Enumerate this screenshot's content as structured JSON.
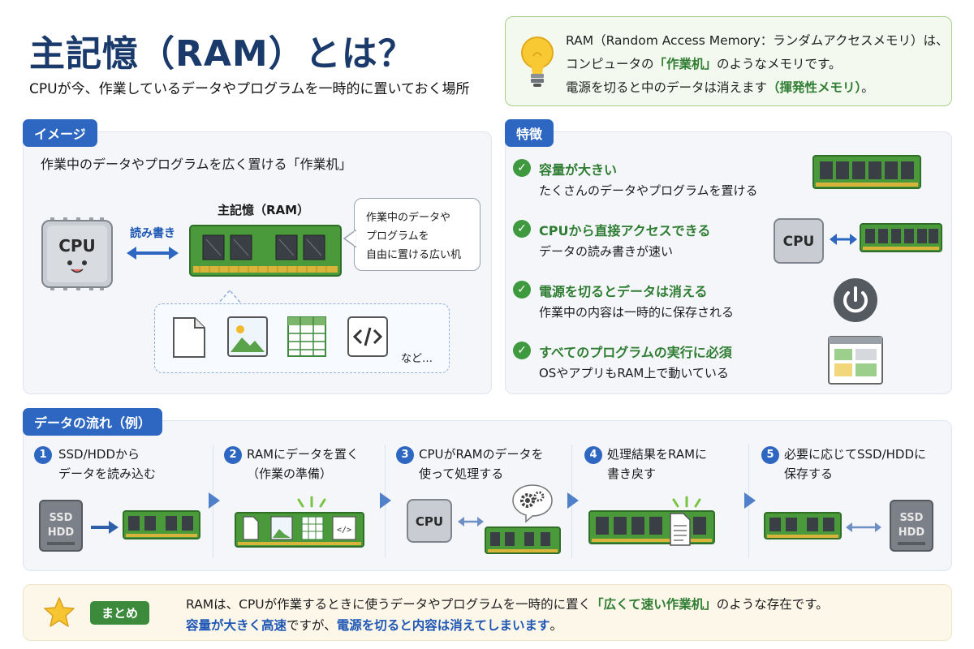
{
  "header": {
    "title": "主記憶（RAM）とは？",
    "subtitle": "CPUが今、作業しているデータやプログラムを一時的に置いておく場所"
  },
  "definition": {
    "line1": "RAM（Random Access Memory：ランダムアクセスメモリ）は、",
    "line2_pre": "コンピュータの",
    "line2_em": "「作業机」",
    "line2_post": "のようなメモリです。",
    "line3_pre": "電源を切ると中のデータは消えます",
    "line3_em": "（揮発性メモリ）",
    "line3_post": "。"
  },
  "image_panel": {
    "tag": "イメージ",
    "description": "作業中のデータやプログラムを広く置ける「作業机」",
    "cpu_label": "CPU",
    "rw_label": "読み書き",
    "ram_title": "主記憶（RAM）",
    "bubble": [
      "作業中のデータや",
      "プログラムを",
      "自由に置ける広い机"
    ],
    "etc": "など…"
  },
  "features": {
    "tag": "特徴",
    "items": [
      {
        "title": "容量が大きい",
        "body": "たくさんのデータやプログラムを置ける"
      },
      {
        "title": "CPUから直接アクセスできる",
        "body": "データの読み書きが速い"
      },
      {
        "title": "電源を切るとデータは消える",
        "body": "作業中の内容は一時的に保存される"
      },
      {
        "title": "すべてのプログラムの実行に必須",
        "body": "OSやアプリもRAM上で動いている"
      }
    ],
    "cpu_label": "CPU"
  },
  "flow": {
    "tag": "データの流れ（例）",
    "steps": [
      {
        "num": "1",
        "line1": "SSD/HDDから",
        "line2": "データを読み込む"
      },
      {
        "num": "2",
        "line1": "RAMにデータを置く",
        "line2": "（作業の準備）"
      },
      {
        "num": "3",
        "line1": "CPUがRAMのデータを",
        "line2": "使って処理する"
      },
      {
        "num": "4",
        "line1": "処理結果をRAMに",
        "line2": "書き戻す"
      },
      {
        "num": "5",
        "line1": "必要に応じてSSD/HDDに",
        "line2": "保存する"
      }
    ],
    "ssd_label": "SSD",
    "hdd_label": "HDD",
    "cpu_label": "CPU"
  },
  "summary": {
    "tag": "まとめ",
    "line1_pre": "RAMは、CPUが作業するときに使うデータやプログラムを一時的に置く",
    "line1_em": "「広くて速い作業机」",
    "line1_post": "のような存在です。",
    "line2_em1": "容量が大きく高速",
    "line2_mid": "ですが、",
    "line2_em2": "電源を切ると内容は消えてしまいます",
    "line2_post": "。"
  },
  "colors": {
    "title": "#1a3a6b",
    "accent_blue": "#2e67c2",
    "accent_green": "#2f7d32",
    "ram_green": "#4a9a3c"
  }
}
